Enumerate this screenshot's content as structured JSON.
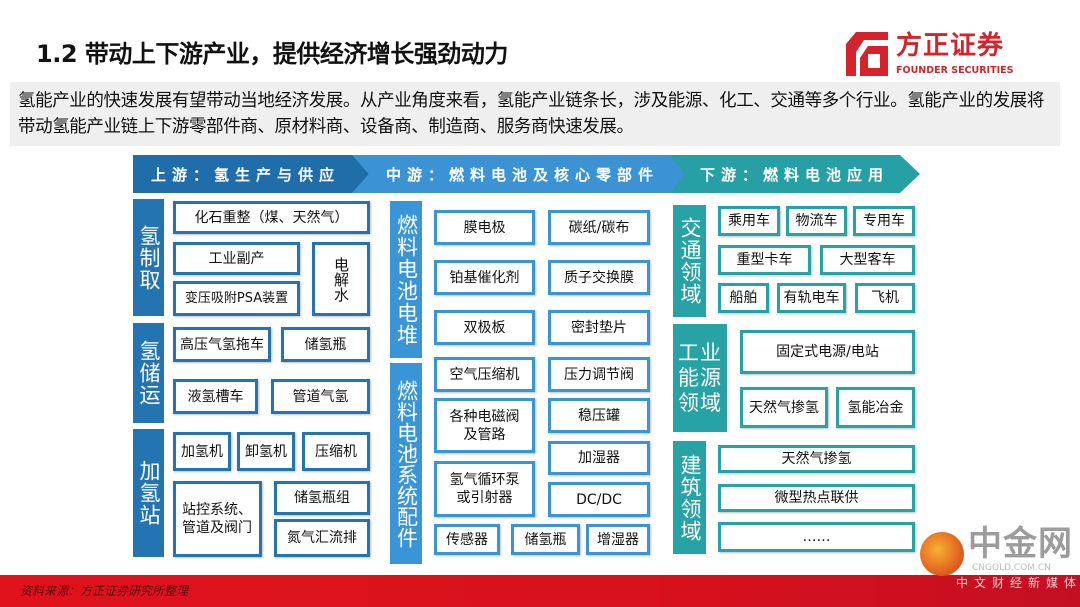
{
  "title": "1.2 带动上下游产业，提供经济增长强劲动力",
  "logo": {
    "cn": "方正证券",
    "en": "FOUNDER SECURITIES"
  },
  "intro": "氢能产业的快速发展有望带动当地经济发展。从产业角度来看，氢能产业链条长，涉及能源、化工、交通等多个行业。氢能产业的发展将带动氢能产业链上下游零部件商、原材料商、设备商、制造商、服务商快速发展。",
  "stages": {
    "up": "上游：氢生产与供应",
    "mid": "中游：燃料电池及核心零部件",
    "down": "下游：燃料电池应用"
  },
  "upstream": {
    "production": {
      "label": "氢制取",
      "items": [
        "化石重整（煤、天然气）",
        "工业副产",
        "变压吸附PSA装置",
        "电解水"
      ]
    },
    "storage": {
      "label": "氢储运",
      "items": [
        "高压气氢拖车",
        "储氢瓶",
        "液氢槽车",
        "管道气氢"
      ]
    },
    "station": {
      "label": "加氢站",
      "items": [
        "加氢机",
        "卸氢机",
        "压缩机",
        "站控系统、管道及阀门",
        "储氢瓶组",
        "氮气汇流排"
      ]
    }
  },
  "midstream": {
    "stack": {
      "label": "燃料电池电堆",
      "items": [
        "膜电极",
        "碳纸/碳布",
        "铂基催化剂",
        "质子交换膜",
        "双极板",
        "密封垫片"
      ]
    },
    "system": {
      "label": "燃料电池系统配件",
      "items": [
        "空气压缩机",
        "压力调节阀",
        "各种电磁阀及管路",
        "稳压罐",
        "加湿器",
        "氢气循环泵或引射器",
        "DC/DC",
        "传感器",
        "储氢瓶",
        "增湿器"
      ]
    }
  },
  "downstream": {
    "transport": {
      "label": "交通领域",
      "items": [
        "乘用车",
        "物流车",
        "专用车",
        "重型卡车",
        "大型客车",
        "船舶",
        "有轨电车",
        "飞机"
      ]
    },
    "industry": {
      "label": "工业能源领域",
      "items": [
        "固定式电源/电站",
        "天然气掺氢",
        "氢能冶金"
      ]
    },
    "building": {
      "label": "建筑领域",
      "items": [
        "天然气掺氢",
        "微型热点联供",
        "……"
      ]
    }
  },
  "footer": {
    "source": "资料来源：方正证券研究所整理"
  },
  "watermark": {
    "name": "中金网",
    "url": "CNGOLD.COM.CN",
    "slogan": "中文财经新媒体"
  }
}
